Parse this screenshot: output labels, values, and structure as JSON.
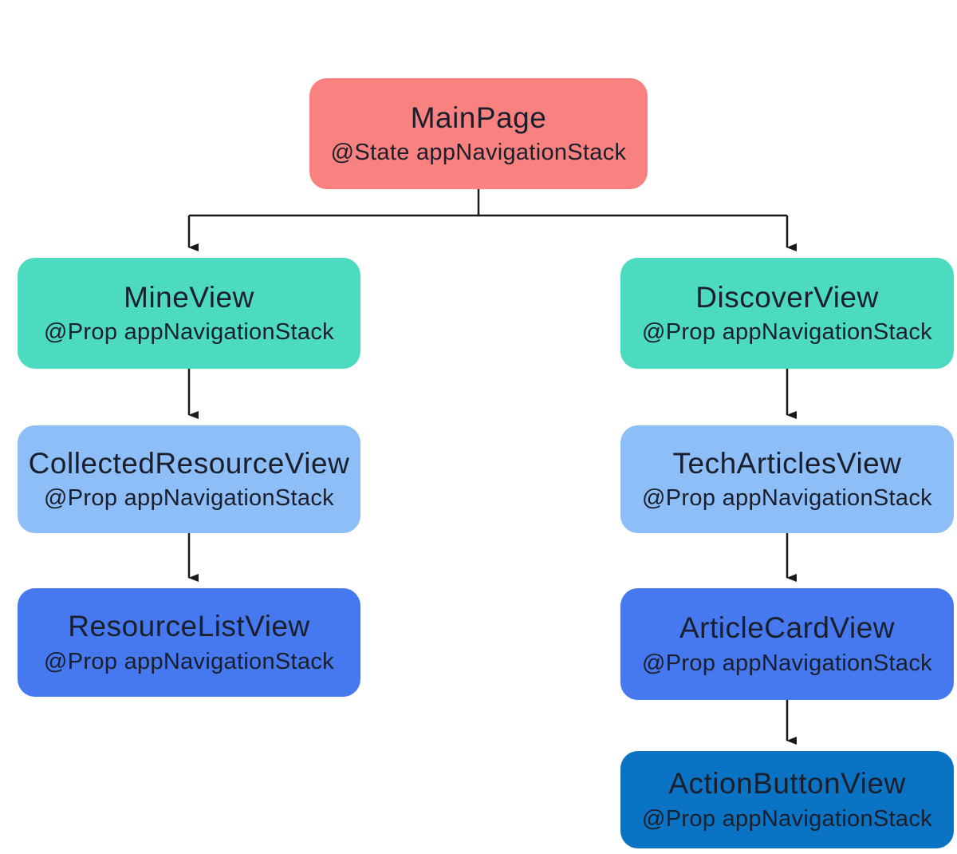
{
  "diagram": {
    "type": "flowchart-tree",
    "background_color": "#ffffff",
    "arrow_color": "#1a1a1a",
    "text_color": "#1a1f2b",
    "nodes": [
      {
        "id": "mainpage",
        "title": "MainPage",
        "subtitle": "@State appNavigationStack",
        "color": "#F98280"
      },
      {
        "id": "mineview",
        "title": "MineView",
        "subtitle": "@Prop appNavigationStack",
        "color": "#4CDAC0"
      },
      {
        "id": "discoverview",
        "title": "DiscoverView",
        "subtitle": "@Prop appNavigationStack",
        "color": "#4CDAC0"
      },
      {
        "id": "collectedresourceview",
        "title": "CollectedResourceView",
        "subtitle": "@Prop appNavigationStack",
        "color": "#8DBEF8"
      },
      {
        "id": "techarticlesview",
        "title": "TechArticlesView",
        "subtitle": "@Prop appNavigationStack",
        "color": "#8DBEF8"
      },
      {
        "id": "resourcelistview",
        "title": "ResourceListView",
        "subtitle": "@Prop appNavigationStack",
        "color": "#4679F0"
      },
      {
        "id": "articlecardview",
        "title": "ArticleCardView",
        "subtitle": "@Prop appNavigationStack",
        "color": "#4679F0"
      },
      {
        "id": "actionbuttonview",
        "title": "ActionButtonView",
        "subtitle": "@Prop appNavigationStack",
        "color": "#0B73C4"
      }
    ],
    "edges": [
      {
        "from": "mainpage",
        "to": "mineview"
      },
      {
        "from": "mainpage",
        "to": "discoverview"
      },
      {
        "from": "mineview",
        "to": "collectedresourceview"
      },
      {
        "from": "collectedresourceview",
        "to": "resourcelistview"
      },
      {
        "from": "discoverview",
        "to": "techarticlesview"
      },
      {
        "from": "techarticlesview",
        "to": "articlecardview"
      },
      {
        "from": "articlecardview",
        "to": "actionbuttonview"
      }
    ]
  }
}
